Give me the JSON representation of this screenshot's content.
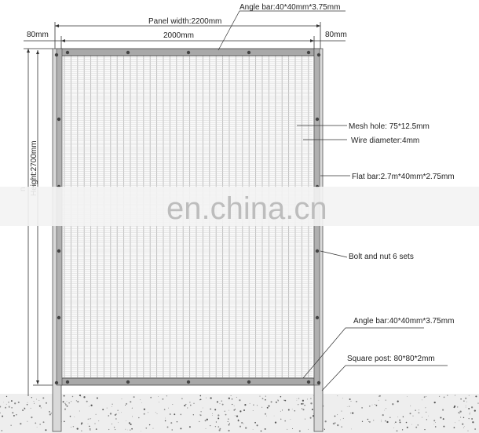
{
  "dimensions": {
    "panel_width": "Panel width:2200mm",
    "mesh_width": "2000mm",
    "post_left": "80mm",
    "post_right": "80mm",
    "height": "Height:2700mm",
    "height_stub": "n"
  },
  "callouts": {
    "angle_bar_top": "Angle bar:40*40mm*3.75mm",
    "mesh_hole": "Mesh hole: 75*12.5mm",
    "wire_diameter": "Wire diameter:4mm",
    "flat_bar": "Flat bar:2.7m*40mm*2.75mm",
    "bolt_nut": "Bolt and nut 6 sets",
    "angle_bar_bottom": "Angle bar:40*40mm*3.75mm",
    "square_post": "Square post: 80*80*2mm"
  },
  "watermark": "en.china.cn",
  "colors": {
    "frame": "#9a9a9a",
    "mesh_line": "#b8b8b8",
    "ground": "#ececec",
    "band": "#f1f1f1"
  }
}
